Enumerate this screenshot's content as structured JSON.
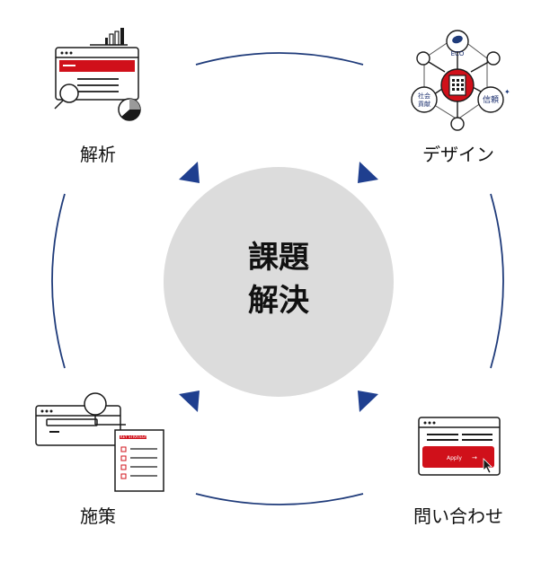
{
  "center": {
    "line1": "課題",
    "line2": "解決"
  },
  "nodes": {
    "analysis": {
      "label": "解析"
    },
    "design": {
      "label": "デザイン",
      "icon_labels": {
        "eco": "ECO",
        "social_line1": "社会",
        "social_line2": "貢献",
        "trust": "信頼"
      }
    },
    "measures": {
      "label": "施策",
      "doc_heading": "KEY STRATEGY"
    },
    "contact": {
      "label": "問い合わせ",
      "button_label": "Apply",
      "button_arrow": "→"
    }
  },
  "colors": {
    "arc": "#1f3b7a",
    "arrow": "#1f3f8f",
    "red": "#d0101a",
    "center_fill": "#dcdcdc",
    "ink": "#1a1a1a"
  },
  "icons": [
    "analysis-dashboard-icon",
    "design-network-icon",
    "measures-search-doc-icon",
    "contact-apply-form-icon"
  ]
}
